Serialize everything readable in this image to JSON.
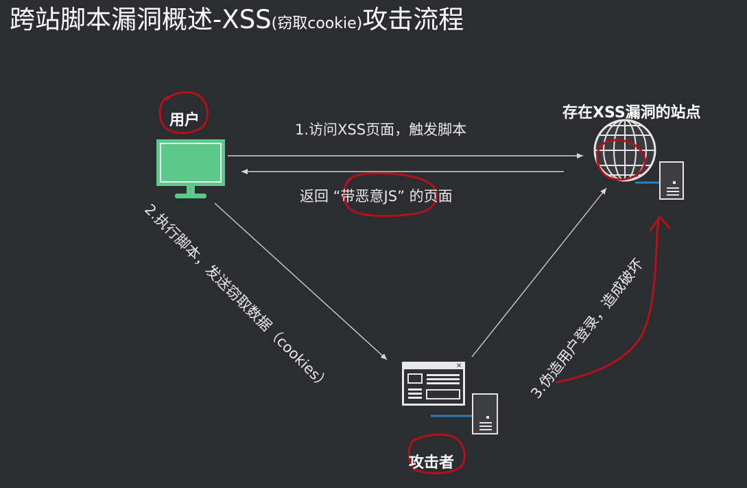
{
  "title": {
    "main": "跨站脚本漏洞概述-XSS",
    "paren": "(窃取cookie)",
    "tail": "攻击流程"
  },
  "nodes": {
    "user": "用户",
    "site": "存在XSS漏洞的站点",
    "attacker": "攻击者"
  },
  "edges": {
    "step1": "1.访问XSS页面，触发脚本",
    "step1_return": "返回 “带恶意JS” 的页面",
    "step2": "2.执行脚本，发送窃取数据（cookies）",
    "step3": "3.伪造用户登录，造成破坏"
  },
  "colors": {
    "background": "#2b2d30",
    "monitor": "#5cc98a",
    "annotation": "#b3121c",
    "arrow": "#cfcfcf"
  },
  "icons": [
    "monitor-icon",
    "globe-icon",
    "server-icon",
    "browser-window-icon"
  ]
}
